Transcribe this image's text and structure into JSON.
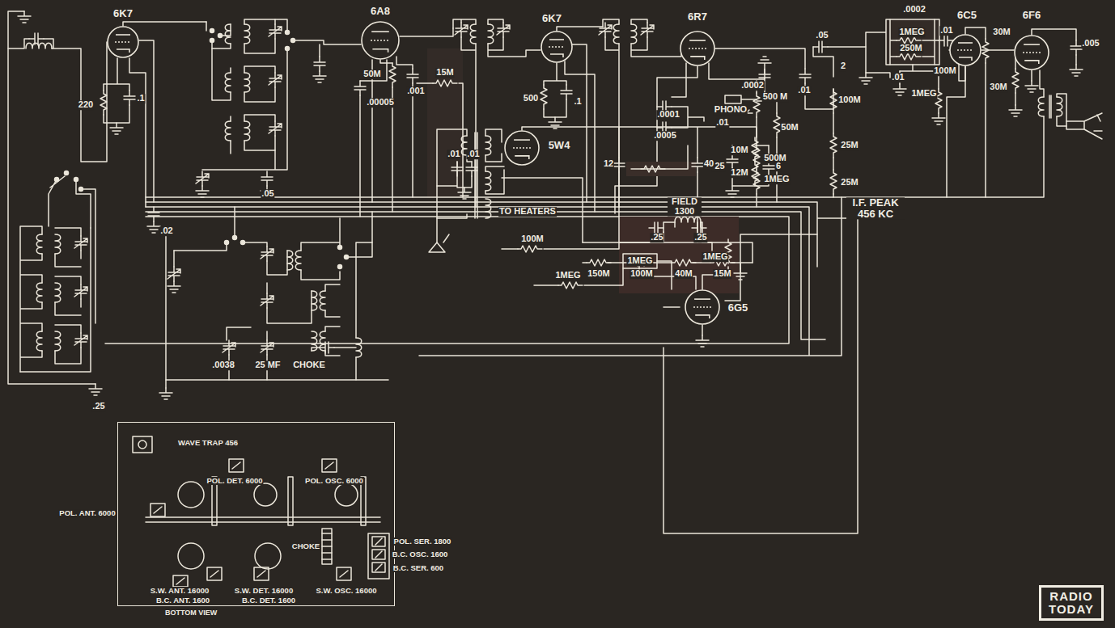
{
  "diagram": {
    "nodes": [
      {
        "text": [
          "6K7"
        ]
      },
      {
        "text": [
          "6A8"
        ]
      },
      {
        "text": [
          "6K7"
        ]
      },
      {
        "text": [
          "6R7"
        ]
      },
      {
        "text": [
          "6C5"
        ]
      },
      {
        "text": [
          "6F6"
        ]
      },
      {
        "text": [
          "5W4"
        ]
      },
      {
        "text": [
          "6G5"
        ]
      },
      {
        "text": [
          "BOTTOM VIEW"
        ]
      },
      {
        "text": [
          "RADIO TODAY"
        ]
      }
    ],
    "labels": [
      "220",
      ".1",
      ".02",
      ".25",
      ".05",
      "50M",
      ".00005",
      ".001",
      "15M",
      "500",
      ".1",
      ".0002",
      ".01",
      ".0001",
      ".0005",
      ".01",
      "PHONO",
      "500 M",
      "50M",
      "500M",
      "1MEG",
      ".25",
      "25M",
      "25M",
      "100M",
      ".05",
      "2",
      ".0002",
      "1MEG",
      "250M",
      ".01",
      "100M",
      ".01",
      "1MEG",
      "30M",
      "30M",
      ".005",
      "100M",
      "1MEG",
      "1MEG",
      "1MEG",
      ".0038",
      "25 MF",
      "CHOKE",
      ".01",
      ".01",
      "TO HEATERS",
      "12",
      "40",
      "FIELD 1300",
      "10M",
      "12M",
      "6",
      ".25",
      ".25",
      "150M",
      "100M",
      "40M",
      "15M",
      "I.F. PEAK 456 KC",
      "WAVE TRAP 456",
      "POL. DET. 6000",
      "POL. OSC. 6000",
      "POL. ANT. 6000",
      "CHOKE",
      "POL. SER. 1800",
      "B.C. OSC. 1600",
      "B.C. SER. 600",
      "S.W. ANT. 16000",
      "B.C. ANT. 1600",
      "S.W. DET. 16000",
      "B.C. DET. 1600",
      "S.W. OSC. 16000"
    ]
  }
}
